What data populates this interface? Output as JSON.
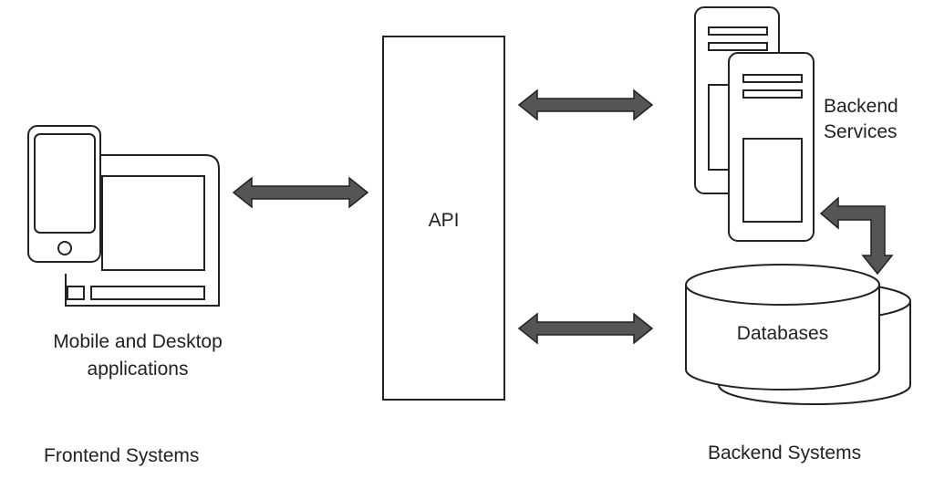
{
  "labels": {
    "api": "API",
    "frontend_apps_line1": "Mobile and Desktop",
    "frontend_apps_line2": "applications",
    "frontend_systems": "Frontend Systems",
    "backend_services_line1": "Backend",
    "backend_services_line2": "Services",
    "databases": "Databases",
    "backend_systems": "Backend Systems"
  },
  "colors": {
    "stroke": "#222222",
    "arrow_fill": "#555555",
    "background": "#ffffff"
  }
}
